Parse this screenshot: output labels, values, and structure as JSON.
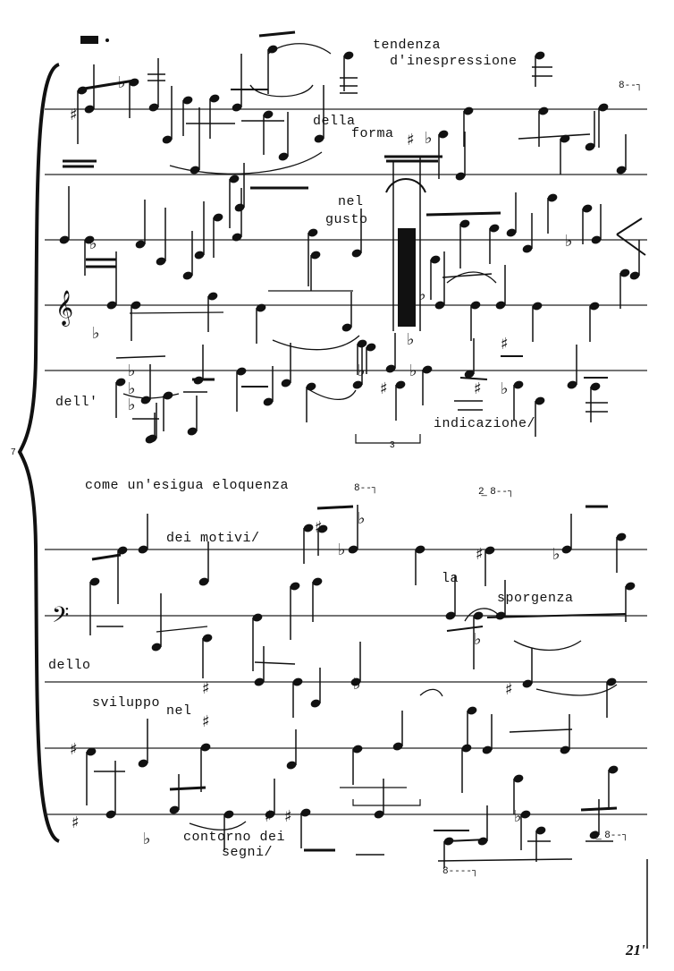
{
  "system_number": "7",
  "page_number": "21'",
  "tuplet_label": "3",
  "ottava": {
    "treble_1": "8--┐",
    "bass_1": "8--┐",
    "bass_2": "2̲ 8--┐",
    "bass_3": "2̲ 8--┐",
    "bass_4": "8----┐"
  },
  "annotations": {
    "tendenza": "tendenza",
    "inespressione": "d'inespressione",
    "della": "della",
    "forma": "forma",
    "nel_gusto_1": "nel",
    "nel_gusto_2": "gusto",
    "dell": "dell'",
    "indicazione": "indicazione/",
    "come": "come un'esigua eloquenza",
    "motivi": "dei motivi/",
    "la": "la",
    "sporgenza": "sporgenza",
    "dello": "dello",
    "sviluppo": "sviluppo",
    "nel": "nel",
    "contorno": "contorno dei",
    "segni": "segni/"
  }
}
